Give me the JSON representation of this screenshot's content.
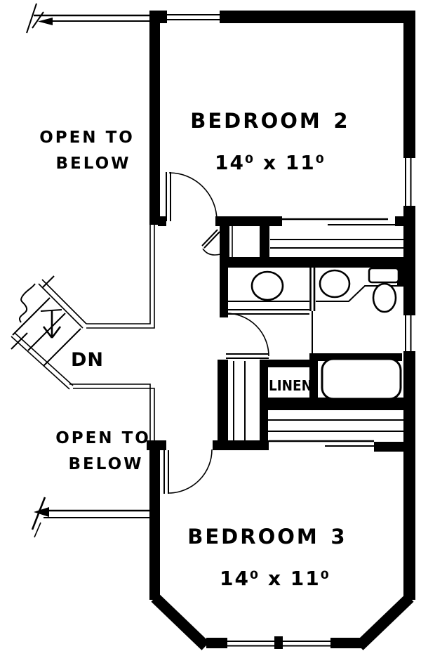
{
  "colors": {
    "ink": "#000000",
    "paper": "#ffffff"
  },
  "rooms": [
    {
      "name": "BEDROOM 2",
      "name_word": "BEDROOM",
      "name_number": "2",
      "dimensions": "14⁰ x 11⁰"
    },
    {
      "name": "BEDROOM 3",
      "name_word": "BEDROOM",
      "name_number": "3",
      "dimensions": "14⁰ x 11⁰"
    }
  ],
  "annotations": {
    "open_to_below_upper_line1": "OPEN TO",
    "open_to_below_upper_line2": "BELOW",
    "open_to_below_lower_line1": "OPEN TO",
    "open_to_below_lower_line2": "BELOW",
    "stair_direction": "DN",
    "linen_closet": "LINEN"
  },
  "fixtures": {
    "staircase": "stairs-down",
    "bath_sink_left": "oval-sink",
    "bath_sink_right": "oval-sink",
    "toilet": "toilet",
    "bathtub": "bathtub",
    "closet_bedroom2": "closet-with-rod",
    "closet_bedroom3": "closet-with-rod"
  }
}
